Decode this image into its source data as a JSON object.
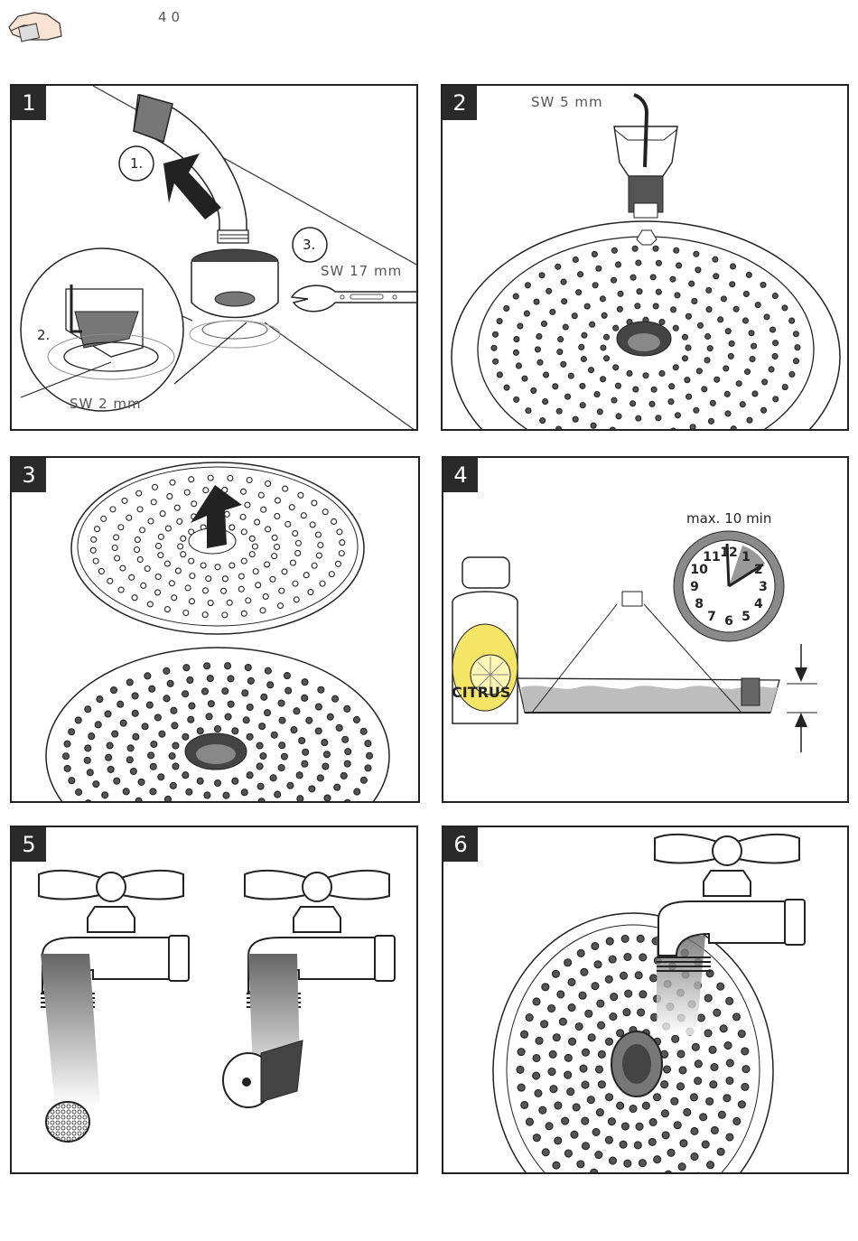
{
  "page": {
    "number": "40"
  },
  "panels": [
    {
      "step": "1",
      "callouts": [
        "1.",
        "2.",
        "3."
      ],
      "wrench_large": "SW 17 mm",
      "wrench_small": "SW 2 mm"
    },
    {
      "step": "2",
      "wrench": "SW 5 mm"
    },
    {
      "step": "3"
    },
    {
      "step": "4",
      "timer": "max. 10 min",
      "bottle_label": "CITRUS",
      "clock_numbers": [
        "12",
        "1",
        "2",
        "3",
        "4",
        "5",
        "6",
        "7",
        "8",
        "9",
        "10",
        "11"
      ]
    },
    {
      "step": "5"
    },
    {
      "step": "6"
    }
  ],
  "colors": {
    "frame": "#222222",
    "badge": "#2a2a2a",
    "lemon": "#f4e566",
    "liquid": "#bdbdbd",
    "clock_rim": "#8a8a8a"
  }
}
